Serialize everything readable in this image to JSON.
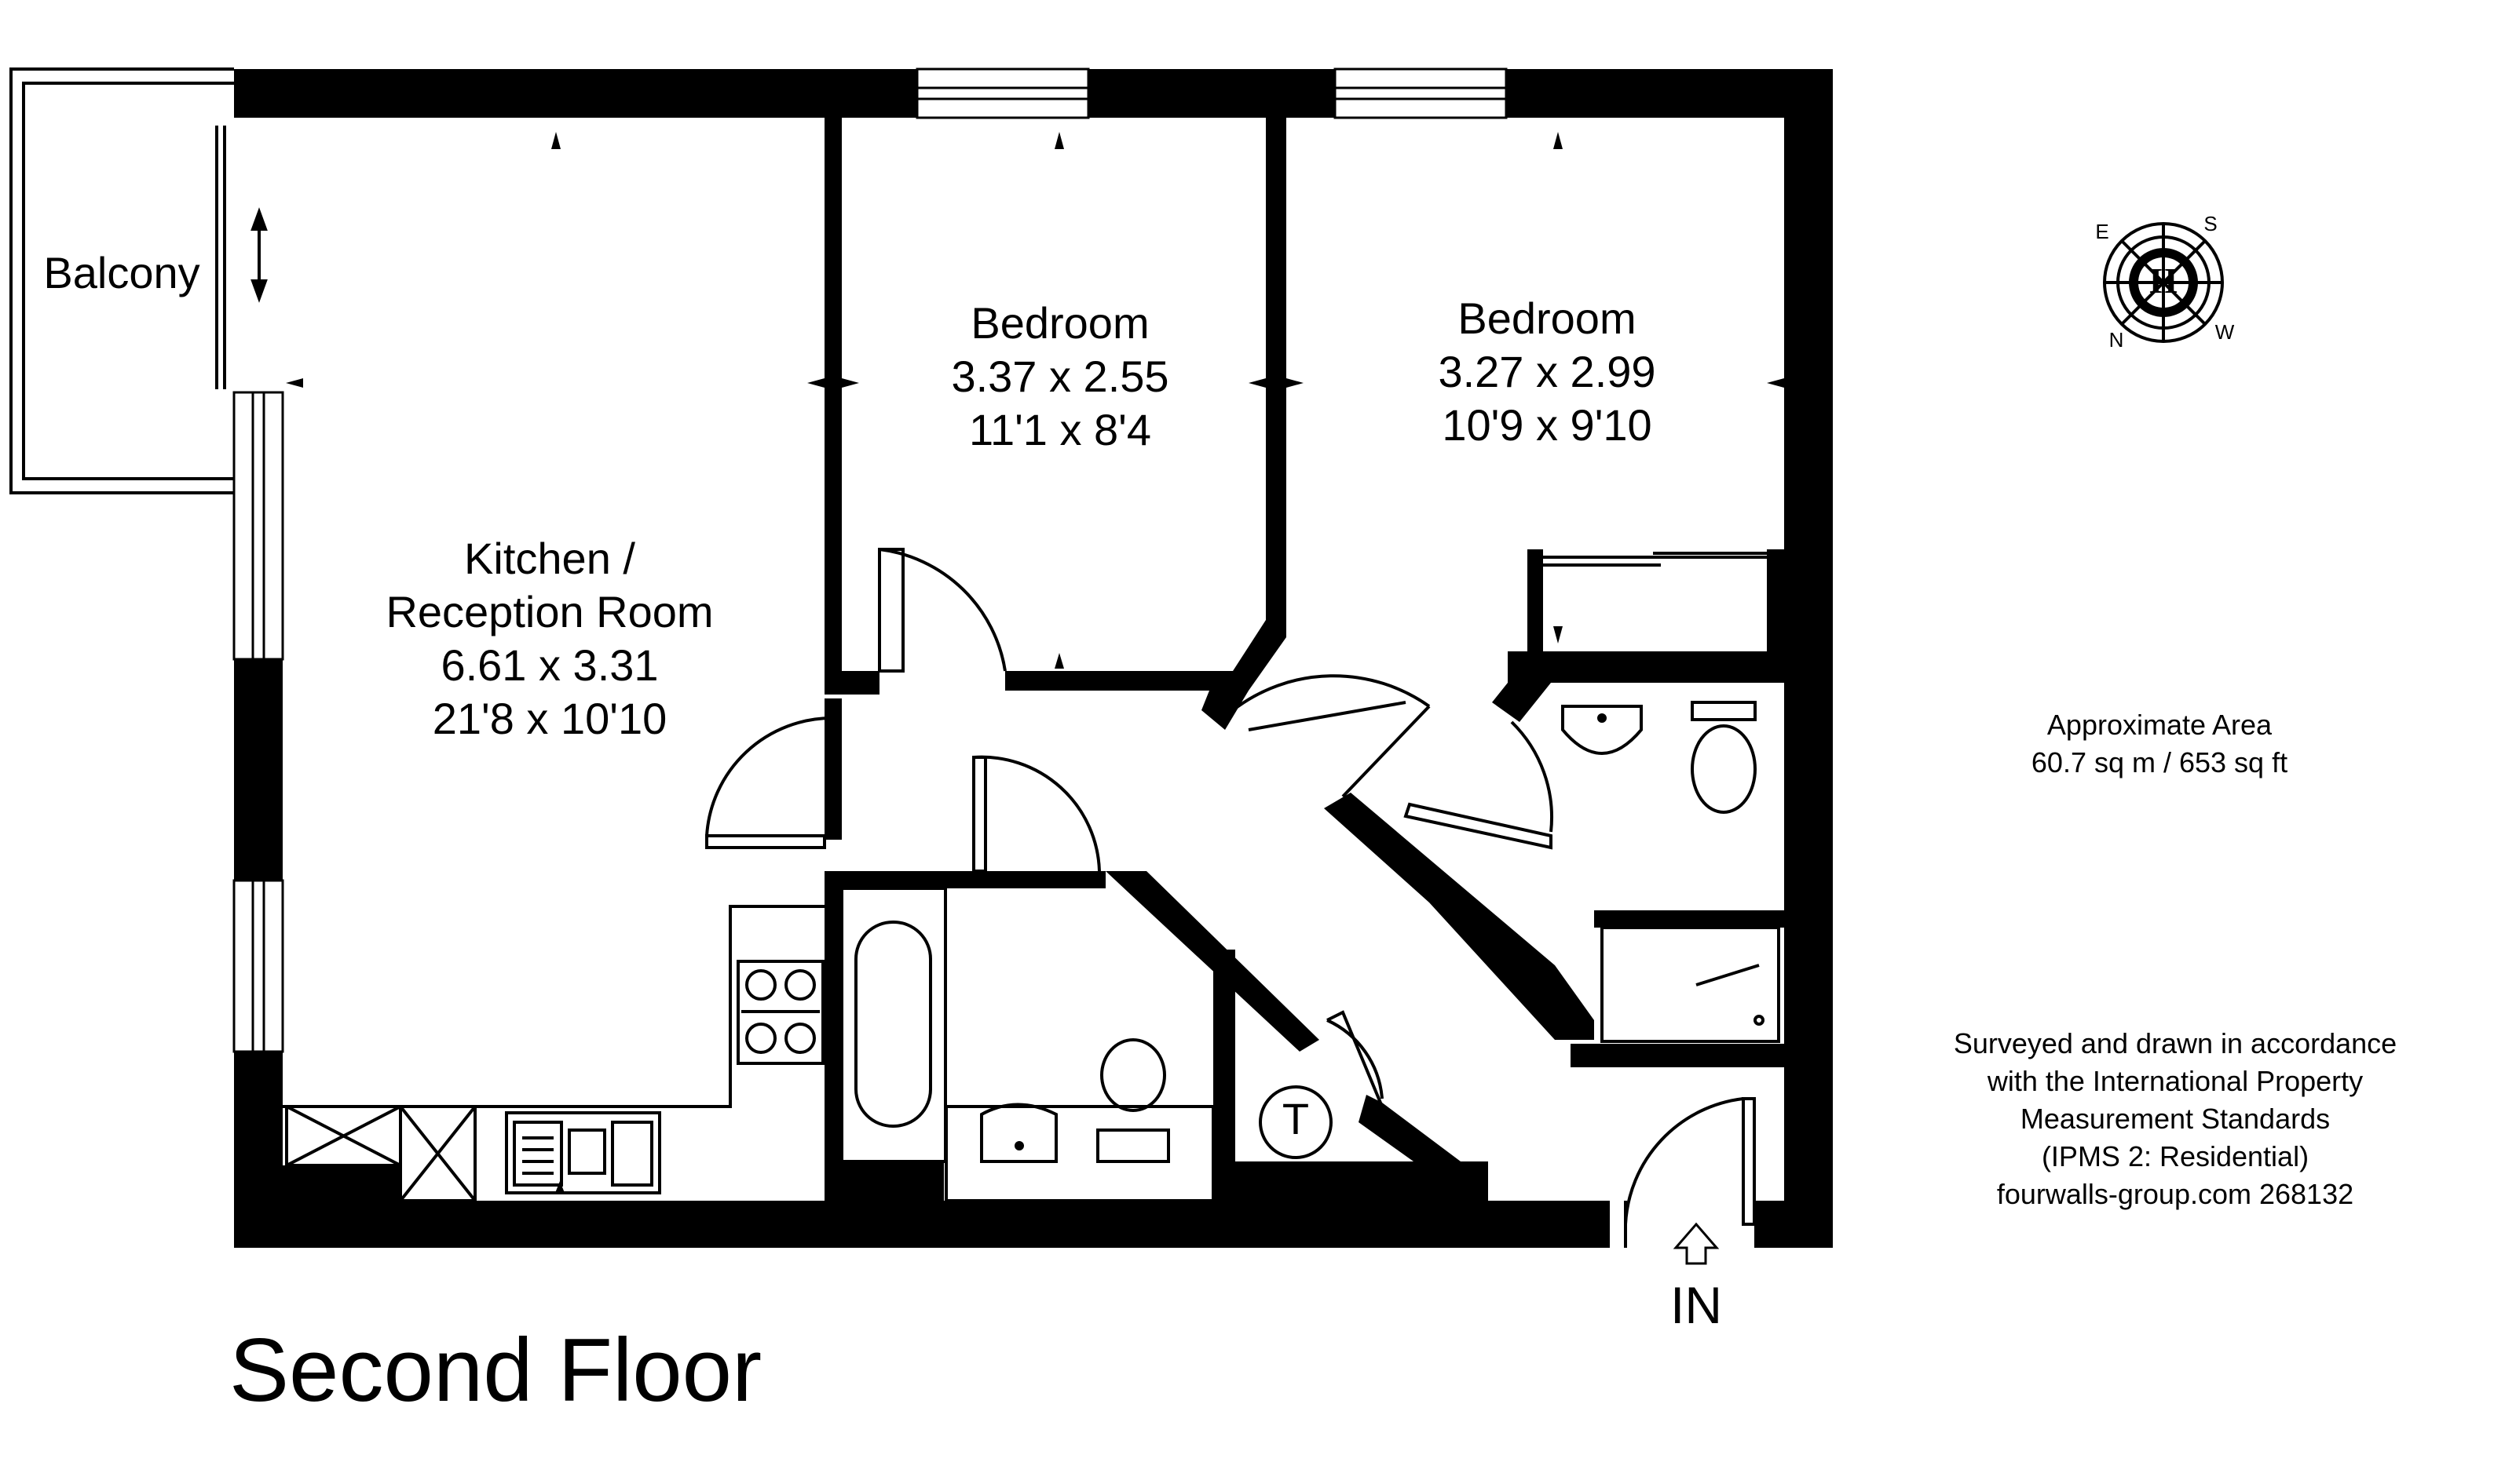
{
  "floor_title": "Second Floor",
  "rooms": {
    "balcony": {
      "name": "Balcony"
    },
    "kitchen": {
      "name_line1": "Kitchen /",
      "name_line2": "Reception Room",
      "metric": "6.61 x 3.31",
      "imperial": "21'8 x 10'10"
    },
    "bedroom1": {
      "name": "Bedroom",
      "metric": "3.37 x 2.55",
      "imperial": "11'1 x 8'4"
    },
    "bedroom2": {
      "name": "Bedroom",
      "metric": "3.27 x 2.99",
      "imperial": "10'9 x 9'10"
    }
  },
  "fixtures": {
    "cupboard_label": "T"
  },
  "entrance": {
    "label": "IN"
  },
  "area": {
    "title": "Approximate Area",
    "value": "60.7 sq m / 653 sq ft"
  },
  "survey_note": {
    "lines": [
      "Surveyed and drawn in accordance",
      "with the International Property",
      "Measurement Standards",
      "(IPMS 2: Residential)",
      "fourwalls-group.com 268132"
    ]
  },
  "compass": {
    "logo_letter": "H",
    "e": "E",
    "s": "S",
    "n": "N",
    "w": "W"
  },
  "colors": {
    "wall": "#000000",
    "background": "#ffffff",
    "line": "#000000"
  }
}
